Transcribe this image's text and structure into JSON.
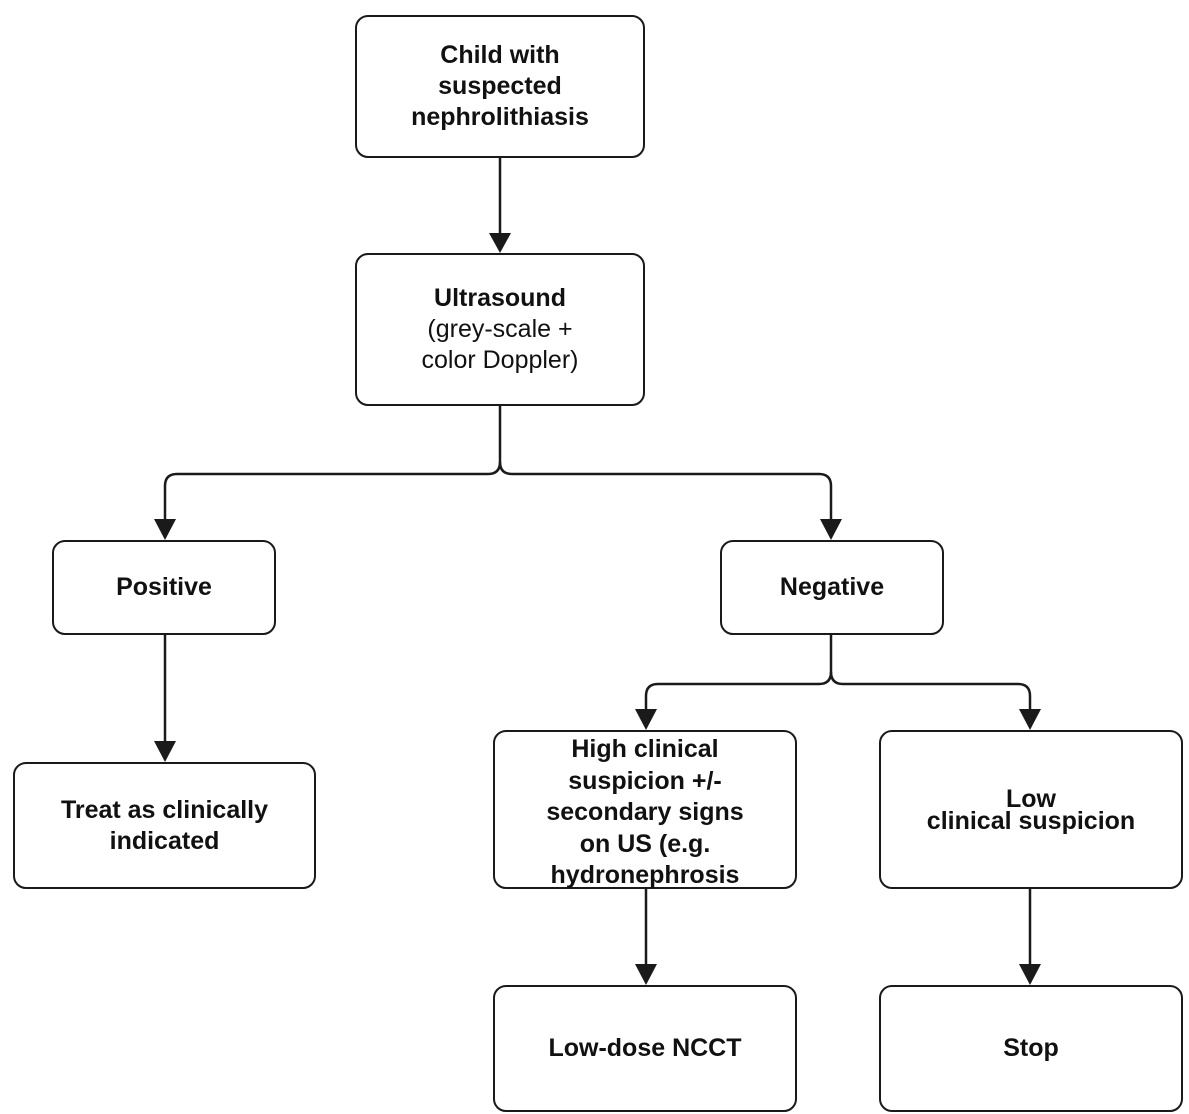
{
  "nodes": {
    "start": {
      "lines": [
        "Child with",
        "suspected",
        "nephrolithiasis"
      ]
    },
    "ultrasound": {
      "title": "Ultrasound",
      "lines": [
        "(grey-scale +",
        "color Doppler)"
      ]
    },
    "positive": {
      "label": "Positive"
    },
    "negative": {
      "label": "Negative"
    },
    "treat": {
      "lines": [
        "Treat as clinically",
        "indicated"
      ]
    },
    "high_suspicion": {
      "lines": [
        "High clinical",
        "suspicion +/-",
        "secondary signs",
        "on US (e.g.",
        "hydronephrosis"
      ]
    },
    "low_suspicion": {
      "lines": [
        "Low",
        "clinical suspicion"
      ]
    },
    "ncct": {
      "label": "Low-dose NCCT"
    },
    "stop": {
      "label": "Stop"
    }
  },
  "colors": {
    "stroke": "#1a1a1a",
    "background": "#ffffff"
  }
}
